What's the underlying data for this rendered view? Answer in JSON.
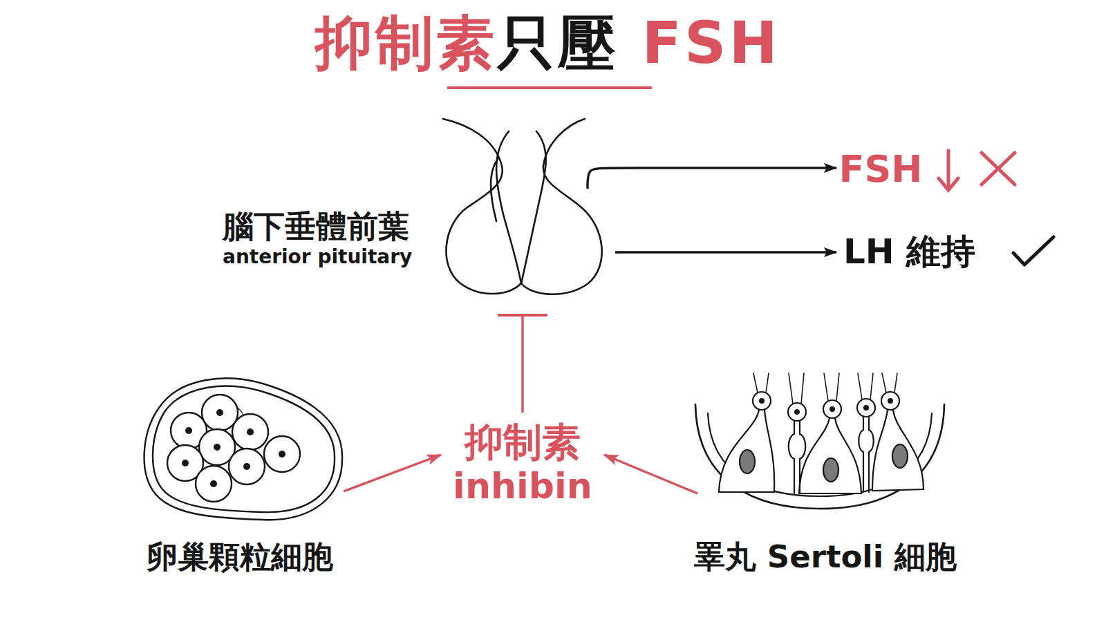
{
  "diagram": {
    "title": "抑制素只壓 FSH",
    "nodes": [
      {
        "text": [
          "腦下垂體前葉",
          "anterior pituitary"
        ]
      },
      {
        "text": [
          "FSH"
        ]
      },
      {
        "text": [
          "LH 維持"
        ]
      },
      {
        "text": [
          "抑制素",
          "inhibin"
        ]
      },
      {
        "text": [
          "卵巢顆粒細胞"
        ]
      },
      {
        "text": [
          "睪丸 Sertoli 細胞"
        ]
      }
    ],
    "edges": [
      {
        "from": 0,
        "to": 1,
        "arrow": "to"
      },
      {
        "from": 0,
        "to": 2,
        "arrow": "to"
      },
      {
        "from": 3,
        "to": 0,
        "arrow": "to"
      },
      {
        "from": 4,
        "to": 3,
        "arrow": "to"
      },
      {
        "from": 5,
        "to": 3,
        "arrow": "to"
      }
    ]
  }
}
